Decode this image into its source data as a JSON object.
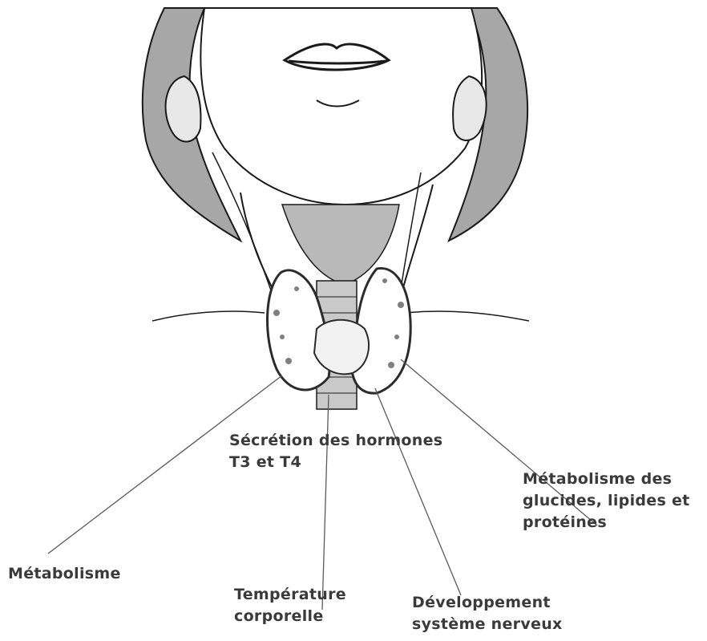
{
  "labels": {
    "secretion": [
      "Sécrétion des hormones",
      "T3 et T4"
    ],
    "glucides": [
      "Métabolisme des",
      "glucides, lipides et",
      "protéines"
    ],
    "metabolisme": [
      "Métabolisme"
    ],
    "temperature": [
      "Température",
      "corporelle"
    ],
    "developpement": [
      "Développement",
      "système nerveux"
    ]
  },
  "colors": {
    "skin_outline": "#1a1a1a",
    "hair": "#a7a7a7",
    "neck_shade": "#b9b9b9",
    "thyroid_dark": "#2b2b2b",
    "label_text": "#3a3a3a"
  }
}
